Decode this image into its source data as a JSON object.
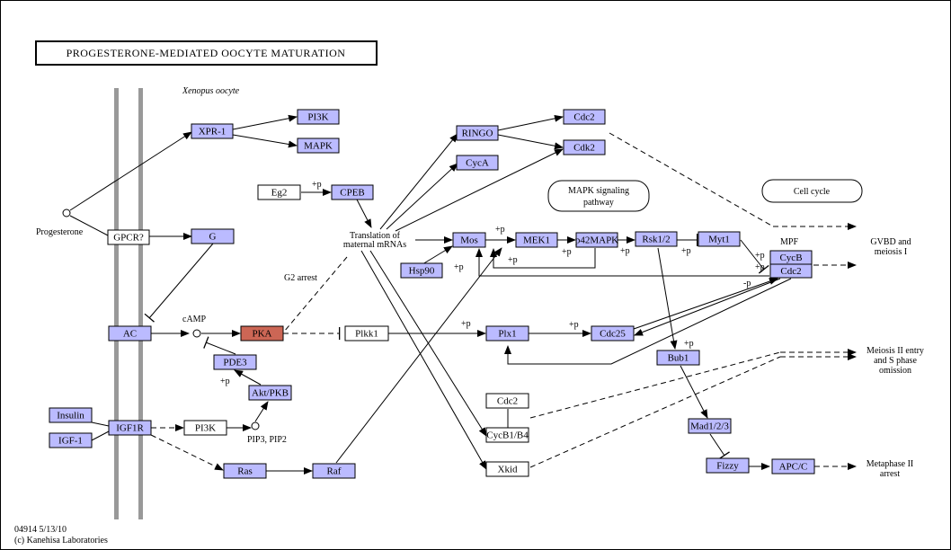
{
  "title": "PROGESTERONE-MEDIATED OOCYTE MATURATION",
  "context_label": "Xenopus oocyte",
  "footer": {
    "line1": "04914 5/13/10",
    "line2": "(c) Kanehisa Laboratories"
  },
  "colors": {
    "gene": "#bbbbff",
    "highlight": "#cc6655",
    "compound_fill": "#ffffff",
    "membrane": "#999999"
  },
  "nodes": {
    "xpr1": "XPR-1",
    "pi3k_top": "PI3K",
    "mapk_top": "MAPK",
    "eg2": "Eg2",
    "cpeb": "CPEB",
    "gpcr": "GPCR?",
    "g": "G",
    "ringo": "RINGO",
    "cyca": "CycA",
    "cdc2_top": "Cdc2",
    "cdk2": "Cdk2",
    "mos": "Mos",
    "hsp90": "Hsp90",
    "mek1": "MEK1",
    "p42mapk": "p42MAPK",
    "rsk": "Rsk1/2",
    "myt1": "Myt1",
    "cycb": "CycB",
    "cdc2_mpf": "Cdc2",
    "ac": "AC",
    "pka": "PKA",
    "plkk1": "Plkk1",
    "plx1": "Plx1",
    "cdc25": "Cdc25",
    "pde3": "PDE3",
    "akt": "Akt/PKB",
    "bub1": "Bub1",
    "insulin": "Insulin",
    "igf1": "IGF-1",
    "igf1r": "IGF1R",
    "pi3k_mid": "PI3K",
    "cdc2_mid": "Cdc2",
    "cycb14": "CycB1/B4",
    "xkid": "Xkid",
    "mad": "Mad1/2/3",
    "fizzy": "Fizzy",
    "apcc": "APC/C",
    "ras": "Ras",
    "raf": "Raf"
  },
  "pathway_boxes": {
    "mapk_signaling": [
      "MAPK signaling",
      "pathway"
    ],
    "cell_cycle": "Cell cycle"
  },
  "labels": {
    "progesterone": "Progesterone",
    "translation": [
      "Translation of",
      "maternal mRNAs"
    ],
    "g2_arrest": "G2 arrest",
    "camp": "cAMP",
    "pip": "PIP3, PIP2",
    "mpf": "MPF",
    "gvbd": [
      "GVBD and",
      "meiosis I"
    ],
    "meiosis2": [
      "Meiosis II entry",
      "and S phase",
      "omission"
    ],
    "metaphase": [
      "Metaphase II",
      "arrest"
    ]
  },
  "edge_labels": {
    "p_cpeb": "+p",
    "p_mos": "+p",
    "p_mek": "+p",
    "p_mapk": "+p",
    "p_mapk2": "+p",
    "p_rsk": "+p",
    "p_myt": "+p",
    "p_mpf": "+p",
    "p_loop": "+p",
    "m_p": "-p",
    "p_plx": "+p",
    "p_cdc25": "+p",
    "p_pde3": "+p",
    "p_bub1": "+p"
  }
}
